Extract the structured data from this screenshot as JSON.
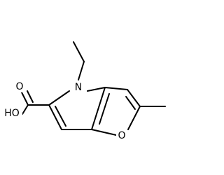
{
  "molecule": {
    "atoms": {
      "nitrogen": "N",
      "oxygen_ring": "O",
      "oxygen_carbonyl": "O",
      "hydroxyl": "HO"
    }
  },
  "colors": {
    "bond": "#000000",
    "label": "#000000",
    "background": "#ffffff"
  }
}
